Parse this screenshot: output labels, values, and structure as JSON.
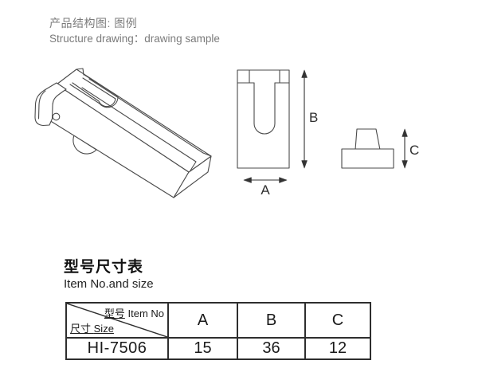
{
  "header": {
    "title_zh": "产品结构图: 图例",
    "title_en": "Structure drawing：drawing sample"
  },
  "section": {
    "title_zh": "型号尺寸表",
    "title_en": "Item No.and size"
  },
  "drawings": {
    "front_view": {
      "width_label": "A",
      "height_label": "B"
    },
    "side_view": {
      "height_label": "C"
    }
  },
  "table": {
    "corner": {
      "top_right_zh": "型号",
      "top_right_en": "Item No",
      "bottom_left_zh": "尺寸",
      "bottom_left_en": "Size"
    },
    "columns": [
      "A",
      "B",
      "C"
    ],
    "rows": [
      {
        "item_no": "HI-7506",
        "values": [
          "15",
          "36",
          "12"
        ]
      }
    ]
  },
  "colors": {
    "line": "#4a4a4a",
    "dim_line": "#333333",
    "muted_text": "#7b7b7b",
    "text": "#1a1a1a",
    "border": "#2e2e2e"
  }
}
